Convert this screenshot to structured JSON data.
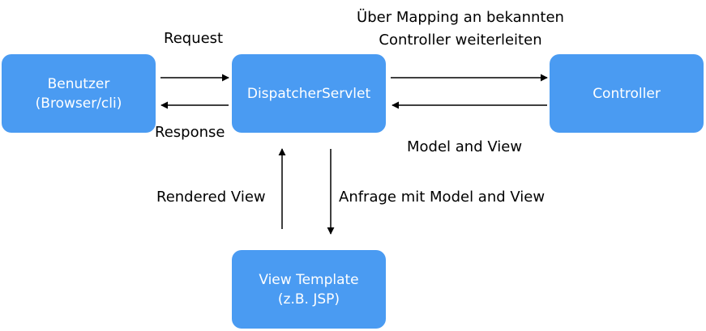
{
  "colors": {
    "node_fill": "#4A9BF2",
    "node_text": "#ffffff",
    "arrow": "#000000"
  },
  "nodes": {
    "benutzer": {
      "line1": "Benutzer",
      "line2": "(Browser/cli)"
    },
    "dispatcher": {
      "label": "DispatcherServlet"
    },
    "controller": {
      "label": "Controller"
    },
    "view_template": {
      "line1": "View Template",
      "line2": "(z.B. JSP)"
    }
  },
  "edges": {
    "request": "Request",
    "response": "Response",
    "mapping_line1": "Über Mapping an bekannten",
    "mapping_line2": "Controller weiterleiten",
    "model_and_view": "Model and View",
    "rendered_view": "Rendered View",
    "anfrage": "Anfrage mit Model and View"
  }
}
